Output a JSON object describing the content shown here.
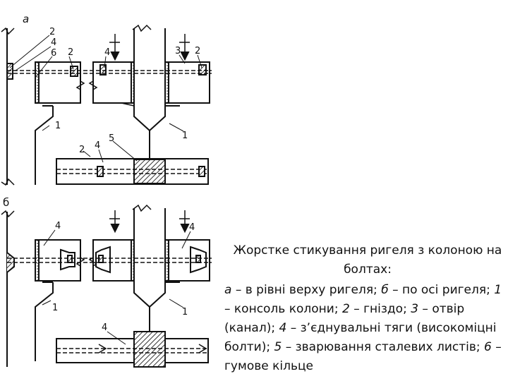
{
  "panels": {
    "a": {
      "label": "а"
    },
    "b": {
      "label": "б"
    }
  },
  "callouts": {
    "a_top": [
      "2",
      "4",
      "6",
      "2",
      "4",
      "3",
      "2"
    ],
    "a_console": [
      "1",
      "1"
    ],
    "a_section": [
      "2",
      "4",
      "5"
    ],
    "b_top": [
      "4",
      "4"
    ],
    "b_console": [
      "1",
      "1"
    ],
    "b_section": [
      "4"
    ]
  },
  "caption": {
    "title": "Жорстке стикування ригеля з колоною на болтах:",
    "items": [
      {
        "key": "а",
        "text": " – в рівні верху ригеля; "
      },
      {
        "key": "б",
        "text": " – по осі ригеля; "
      },
      {
        "key": "1",
        "text": " – консоль колони; "
      },
      {
        "key": "2",
        "text": " – гніздо; "
      },
      {
        "key": "3",
        "text": " – отвір (канал); "
      },
      {
        "key": "4",
        "text": " – з’єднувальні тяги (високоміцні болти); "
      },
      {
        "key": "5",
        "text": " – зварювання сталевих листів; "
      },
      {
        "key": "6",
        "text": " – гумове кільце"
      }
    ]
  },
  "colors": {
    "ink": "#111111",
    "hatch": "#444444"
  }
}
